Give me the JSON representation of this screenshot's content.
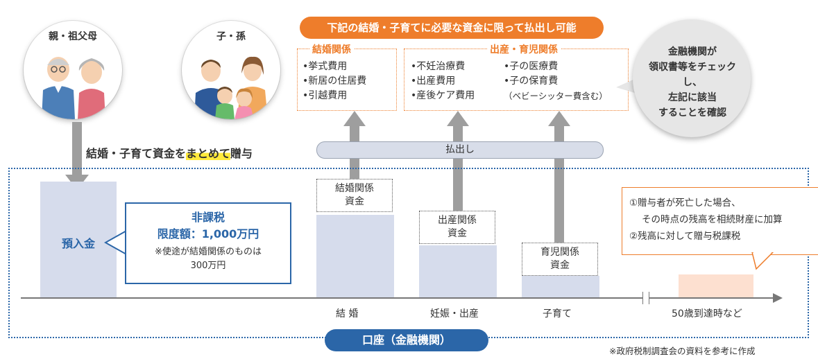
{
  "grandparents": {
    "label": "親・祖父母"
  },
  "children": {
    "label": "子・孫"
  },
  "gift_text": {
    "prefix": "結婚・子育て資金を",
    "highlight": "まとめて",
    "suffix": "贈与"
  },
  "banner": "下記の結婚・子育てに必要な資金に限って払出し可能",
  "marriage": {
    "title": "結婚関係",
    "items": [
      "•挙式費用",
      "•新居の住居費",
      "•引越費用"
    ]
  },
  "childcare": {
    "title": "出産・育児関係",
    "col1": [
      "•不妊治療費",
      "•出産費用",
      "•産後ケア費用"
    ],
    "col2": [
      "•子の医療費",
      "•子の保育費",
      "（ベビーシッター費含む）"
    ]
  },
  "bank_bubble": [
    "金融機関が",
    "領収書等をチェックし、",
    "左記に該当",
    "することを確認"
  ],
  "payout": "払出し",
  "deposit": "預入金",
  "taxfree": {
    "title": "非課税",
    "limit": "限度額：1,000万円",
    "note1": "※使途が結婚関係のものは",
    "note2": "300万円"
  },
  "funds": {
    "marriage": [
      "結婚関係",
      "資金"
    ],
    "birth": [
      "出産関係",
      "資金"
    ],
    "childcare": [
      "育児関係",
      "資金"
    ]
  },
  "notes": [
    "①贈与者が死亡した場合、",
    "その時点の残高を相続財産に加算",
    "②残高に対して贈与税課税"
  ],
  "axis": [
    "結 婚",
    "妊娠・出産",
    "子育て",
    "50歳到達時など"
  ],
  "account": "口座（金融機関）",
  "source": "※政府税制調査会の資料を参考に作成",
  "colors": {
    "orange": "#ee7d2b",
    "blue": "#2b66a8",
    "bar": "#d6dcec",
    "gray_arrow": "#9e9e9e",
    "highlight": "#ffe93b",
    "remaining": "#fde0d0"
  }
}
